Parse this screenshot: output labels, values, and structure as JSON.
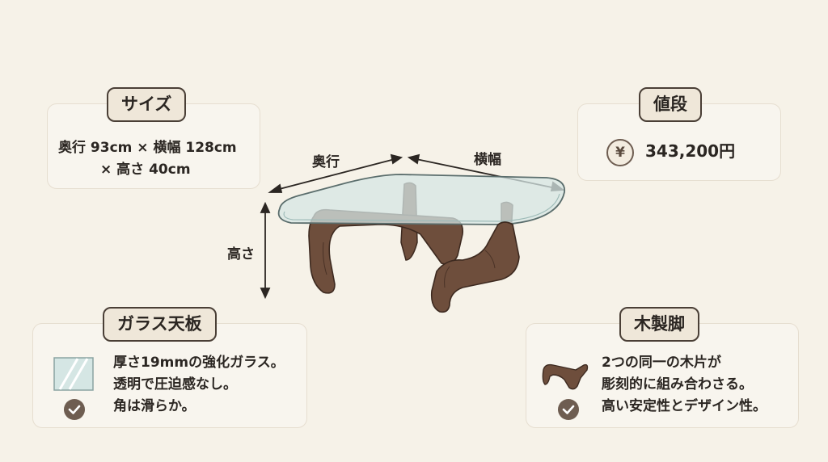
{
  "size": {
    "title": "サイズ",
    "line1": "奥行 93cm × 横幅 128cm",
    "line2": "× 高さ 40cm"
  },
  "price": {
    "title": "値段",
    "value": "343,200円",
    "icon": "yen-icon"
  },
  "glass": {
    "title": "ガラス天板",
    "lines": [
      "厚さ19mmの強化ガラス。",
      "透明で圧迫感なし。",
      "角は滑らか。"
    ]
  },
  "wood": {
    "title": "木製脚",
    "lines": [
      "2つの同一の木片が",
      "彫刻的に組み合わさる。",
      "高い安定性とデザイン性。"
    ]
  },
  "dimensions": {
    "depth": "奥行",
    "width": "横幅",
    "height": "高さ"
  },
  "colors": {
    "wood": "#6e4e3c",
    "wood_dark": "#4a3226",
    "glass": "#d5e6e4",
    "accent": "#6e5d51"
  }
}
